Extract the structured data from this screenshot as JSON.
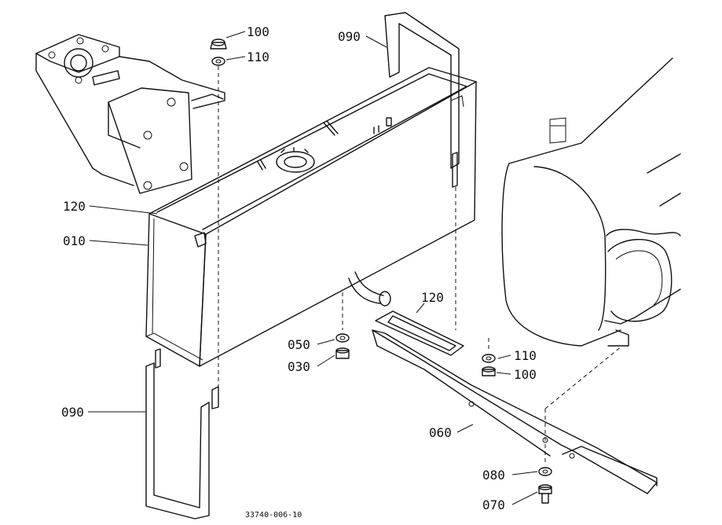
{
  "callouts": {
    "c100_top": "100",
    "c110_top": "110",
    "c090_top": "090",
    "c120_left": "120",
    "c010": "010",
    "c120_mid": "120",
    "c050": "050",
    "c030": "030",
    "c110_right": "110",
    "c100_right": "100",
    "c090_bottom": "090",
    "c060": "060",
    "c080": "080",
    "c070": "070"
  },
  "document_number": "33740-006-10"
}
